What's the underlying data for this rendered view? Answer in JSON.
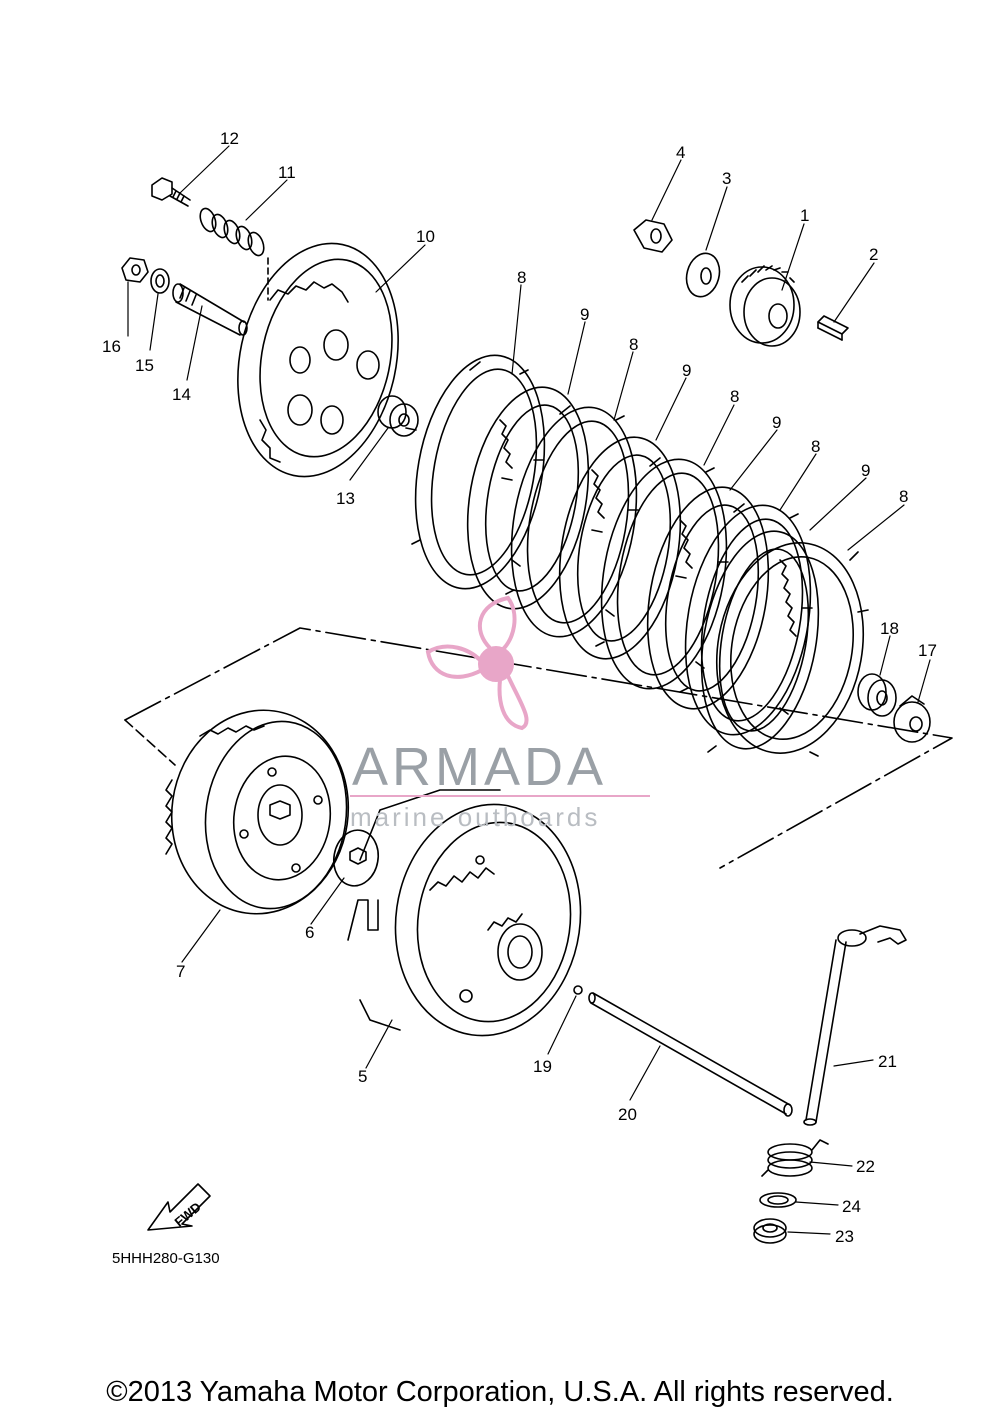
{
  "diagram": {
    "part_code": "5HHH280-G130",
    "fwd_label": "FWD",
    "callouts": [
      "1",
      "2",
      "3",
      "4",
      "5",
      "6",
      "7",
      "8",
      "8",
      "8",
      "8",
      "8",
      "9",
      "9",
      "9",
      "9",
      "10",
      "11",
      "12",
      "13",
      "14",
      "15",
      "16",
      "17",
      "18",
      "19",
      "20",
      "21",
      "22",
      "23",
      "24"
    ]
  },
  "watermark": {
    "title": "ARMADA",
    "subtitle": "marine outboards",
    "accent_color": "#e8a6c8",
    "text_color": "#9aa0a6"
  },
  "footer": {
    "copyright": "©2013 Yamaha Motor Corporation, U.S.A. All rights reserved."
  }
}
